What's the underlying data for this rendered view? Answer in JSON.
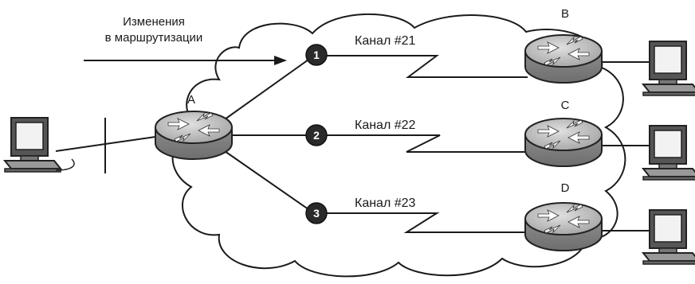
{
  "annotation": {
    "line1": "Изменения",
    "line2": "в маршрутизации"
  },
  "routers": [
    {
      "id": "A",
      "label": "A"
    },
    {
      "id": "B",
      "label": "B"
    },
    {
      "id": "C",
      "label": "C"
    },
    {
      "id": "D",
      "label": "D"
    }
  ],
  "links": [
    {
      "marker": "1",
      "label": "Канал #21"
    },
    {
      "marker": "2",
      "label": "Канал #22"
    },
    {
      "marker": "3",
      "label": "Канал #23"
    }
  ],
  "colors": {
    "ink": "#1a1a1a",
    "router_body": "#9a9a9a",
    "router_top": "#c8c8c8",
    "marker": "#2a2a2a",
    "screen": "#f2f2f2"
  },
  "icons": {
    "router": "router-icon",
    "workstation": "computer-icon",
    "cloud": "network-cloud",
    "marker": "numbered-circle"
  }
}
